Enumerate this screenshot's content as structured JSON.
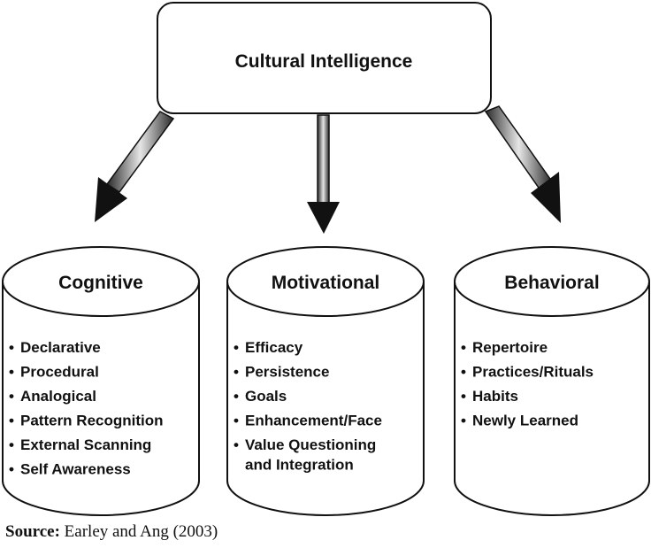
{
  "top": {
    "label": "Cultural Intelligence"
  },
  "columns": [
    {
      "title": "Cognitive",
      "items": [
        "Declarative",
        "Procedural",
        "Analogical",
        "Pattern Recognition",
        "External Scanning",
        "Self Awareness"
      ]
    },
    {
      "title": "Motivational",
      "items": [
        "Efficacy",
        "Persistence",
        "Goals",
        "Enhancement/Face",
        "Value Questioning",
        "and Integration"
      ]
    },
    {
      "title": "Behavioral",
      "items": [
        "Repertoire",
        "Practices/Rituals",
        "Habits",
        "Newly Learned"
      ]
    }
  ],
  "bullet_char": "•",
  "source": {
    "label": "Source:",
    "text": " Earley and Ang (2003)"
  }
}
